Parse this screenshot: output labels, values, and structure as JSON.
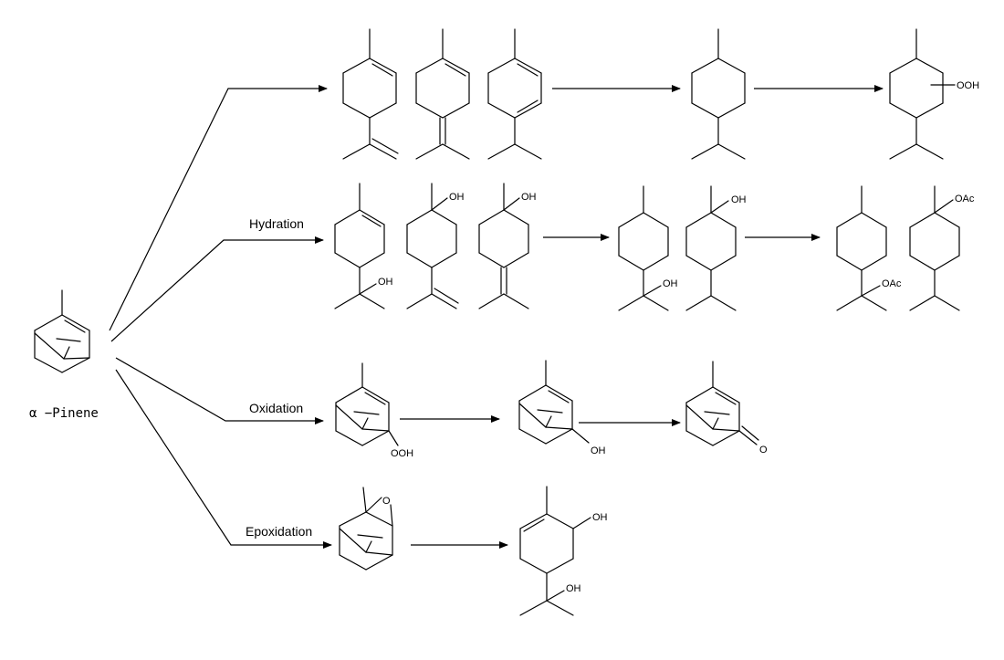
{
  "diagram": {
    "start_compound": "α −Pinene",
    "pathways": [
      {
        "id": "isomerization",
        "label": ""
      },
      {
        "id": "hydration",
        "label": "Hydration"
      },
      {
        "id": "oxidation",
        "label": "Oxidation"
      },
      {
        "id": "epoxidation",
        "label": "Epoxidation"
      }
    ],
    "atom_labels": {
      "ooh": "OOH",
      "oh": "OH",
      "oac": "OAc",
      "o": "O"
    }
  }
}
